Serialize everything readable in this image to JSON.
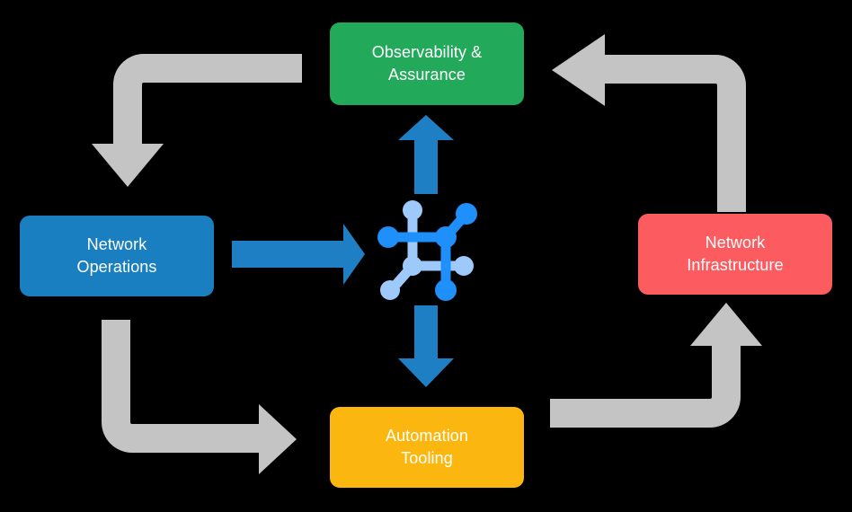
{
  "diagram": {
    "title": "Network operations lifecycle cycle diagram",
    "background_color": "#000000",
    "center_icon": {
      "name": "network-topology-icon",
      "color_primary": "#1f8ffb",
      "color_secondary": "#9dc9fb"
    },
    "nodes": [
      {
        "id": "observability",
        "label": "Observability &\nAssurance",
        "color": "#22a95a",
        "position": "top"
      },
      {
        "id": "operations",
        "label": "Network\nOperations",
        "color": "#1a7fc1",
        "position": "left"
      },
      {
        "id": "infrastructure",
        "label": "Network\nInfrastructure",
        "color": "#fc5b60",
        "position": "right"
      },
      {
        "id": "automation",
        "label": "Automation\nTooling",
        "color": "#fbb710",
        "position": "bottom"
      }
    ],
    "connectors": {
      "accent_color": "#1f7fc4",
      "flow_color": "#c4c4c4",
      "blue_arrows": [
        {
          "id": "operations-to-center",
          "direction": "right"
        },
        {
          "id": "center-to-observability",
          "direction": "up"
        },
        {
          "id": "center-to-automation",
          "direction": "down"
        }
      ],
      "grey_arrows": [
        {
          "id": "observability-to-operations",
          "direction": "down"
        },
        {
          "id": "infrastructure-to-observability",
          "direction": "left"
        },
        {
          "id": "operations-to-automation",
          "direction": "right"
        },
        {
          "id": "automation-to-infrastructure",
          "direction": "up"
        }
      ]
    }
  }
}
